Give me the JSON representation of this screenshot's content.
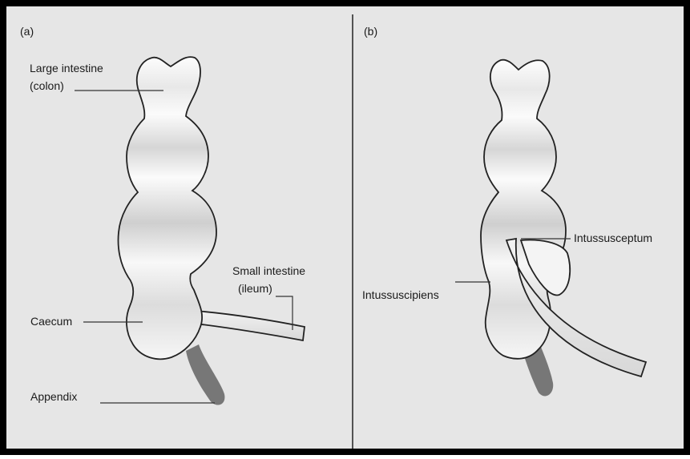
{
  "figure": {
    "panel_a": {
      "panel_label": "(a)",
      "labels": {
        "large_intestine_line1": "Large intestine",
        "large_intestine_line2": "(colon)",
        "small_intestine_line1": "Small intestine",
        "small_intestine_line2": "(ileum)",
        "caecum": "Caecum",
        "appendix": "Appendix"
      }
    },
    "panel_b": {
      "panel_label": "(b)",
      "labels": {
        "intussusceptum": "Intussusceptum",
        "intussuscipiens": "Intussuscipiens"
      }
    },
    "colors": {
      "background": "#e6e6e6",
      "frame": "#000000",
      "organ_fill_light": "#fafafa",
      "organ_fill_shade": "#cfcfcf",
      "appendix": "#777777"
    }
  }
}
